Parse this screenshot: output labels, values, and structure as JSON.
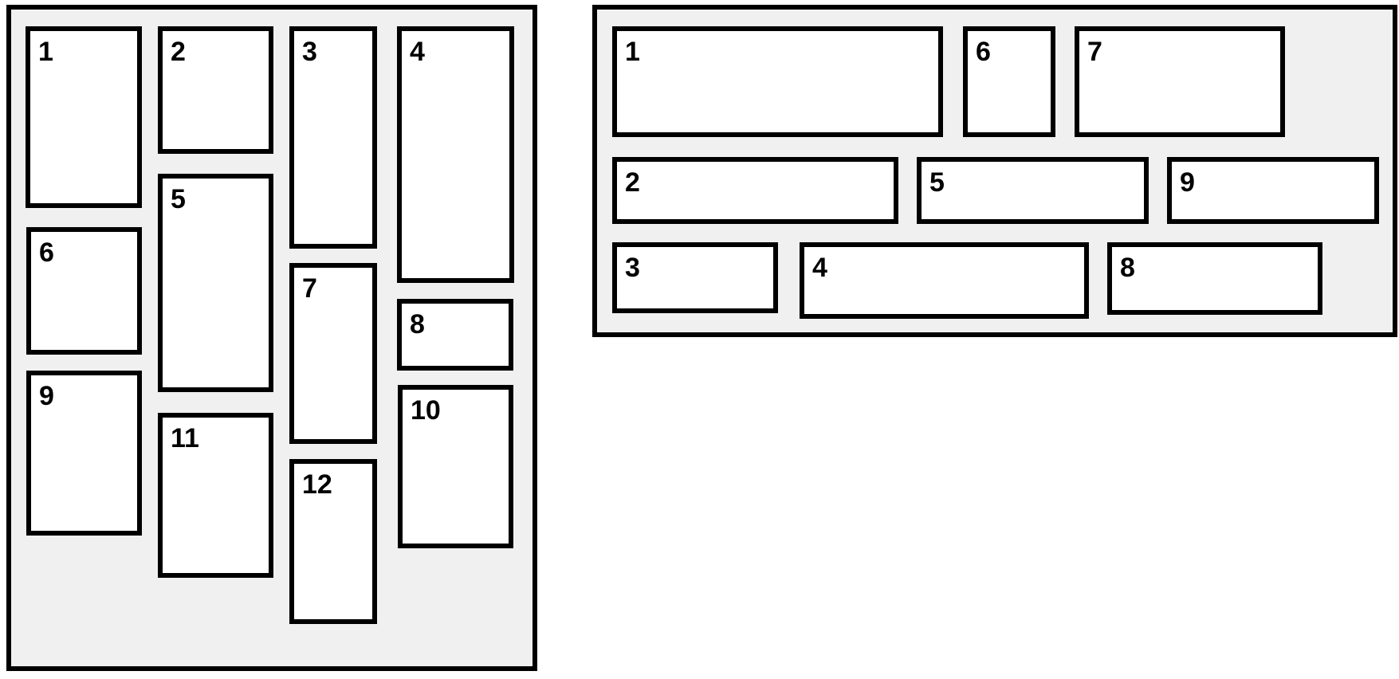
{
  "colors": {
    "page_bg": "#ffffff",
    "panel_bg": "#f0f0f0",
    "box_bg": "#ffffff",
    "border": "#000000",
    "label": "#000000"
  },
  "left_panel": {
    "boxes": [
      {
        "label": "1"
      },
      {
        "label": "2"
      },
      {
        "label": "3"
      },
      {
        "label": "4"
      },
      {
        "label": "5"
      },
      {
        "label": "6"
      },
      {
        "label": "7"
      },
      {
        "label": "8"
      },
      {
        "label": "9"
      },
      {
        "label": "10"
      },
      {
        "label": "11"
      },
      {
        "label": "12"
      }
    ]
  },
  "right_panel": {
    "boxes": [
      {
        "label": "1"
      },
      {
        "label": "6"
      },
      {
        "label": "7"
      },
      {
        "label": "2"
      },
      {
        "label": "5"
      },
      {
        "label": "9"
      },
      {
        "label": "3"
      },
      {
        "label": "4"
      },
      {
        "label": "8"
      }
    ]
  }
}
